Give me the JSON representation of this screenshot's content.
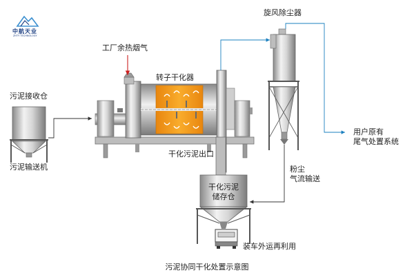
{
  "logo": {
    "name_cn": "中航天业",
    "name_en": "ZHTY TECHNOLOGY"
  },
  "labels": {
    "factory_gas": "工厂余热烟气",
    "rotor_dryer": "转子干化器",
    "sludge_bin": "污泥接收仓",
    "sludge_conveyor": "污泥输送机",
    "dried_outlet": "干化污泥出口",
    "cyclone": "旋风除尘器",
    "user_system_line1": "用户原有",
    "user_system_line2": "尾气处置系统",
    "dust_line1": "粉尘",
    "dust_line2": "气流输送",
    "storage_line1": "干化污泥",
    "storage_line2": "储存仓",
    "truck_reuse": "装车外运再利用"
  },
  "caption": "污泥协同干化处置示意图",
  "colors": {
    "orange": "#f7a21b",
    "arrow_blue": "#1a7fbf",
    "arrow_red": "#cc1f1f",
    "metal_light": "#e4e4e4",
    "metal_dark": "#8d8d8d",
    "frame": "#6e6e6e"
  },
  "icons": [
    "logo-mountain-icon",
    "truck-icon"
  ]
}
